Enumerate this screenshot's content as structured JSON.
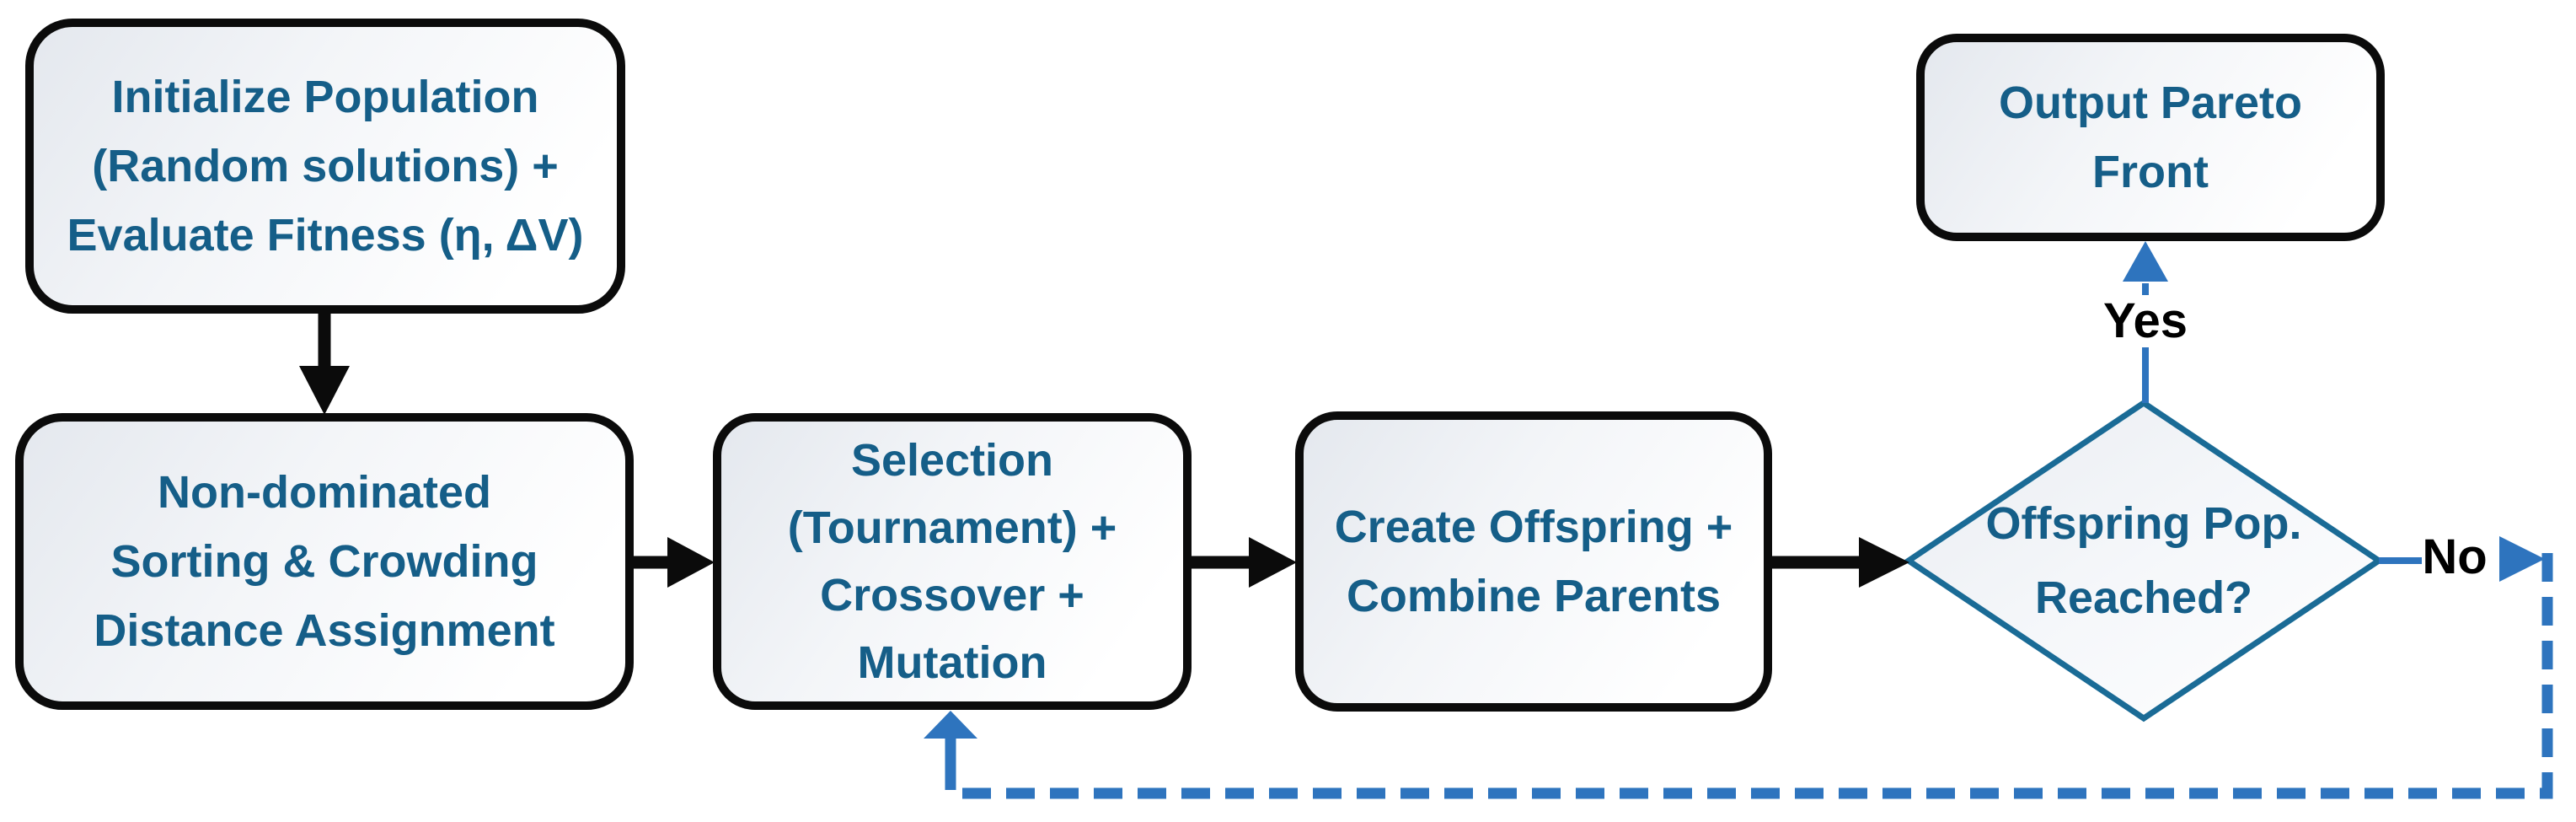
{
  "flowchart": {
    "nodes": {
      "initialize": {
        "label": "Initialize Population\n(Random solutions) +\nEvaluate Fitness (η, ΔV)"
      },
      "sorting": {
        "label": "Non-dominated\nSorting & Crowding\nDistance Assignment"
      },
      "selection": {
        "label": "Selection\n(Tournament) +\nCrossover +\nMutation"
      },
      "offspring": {
        "label": "Create Offspring +\nCombine Parents"
      },
      "decision": {
        "label": "Offspring Pop.\nReached?"
      },
      "output": {
        "label": "Output Pareto\nFront"
      }
    },
    "branch_labels": {
      "yes": "Yes",
      "no": "No"
    },
    "colors": {
      "shape_text": "#155e88",
      "diamond_border": "#1a6b96",
      "box_border": "#0b0b0b",
      "feedback_blue": "#2e74be",
      "branch_label_text": "#000000",
      "shape_fill_light": "#e9ecf1",
      "shape_fill_white": "#ffffff"
    }
  }
}
